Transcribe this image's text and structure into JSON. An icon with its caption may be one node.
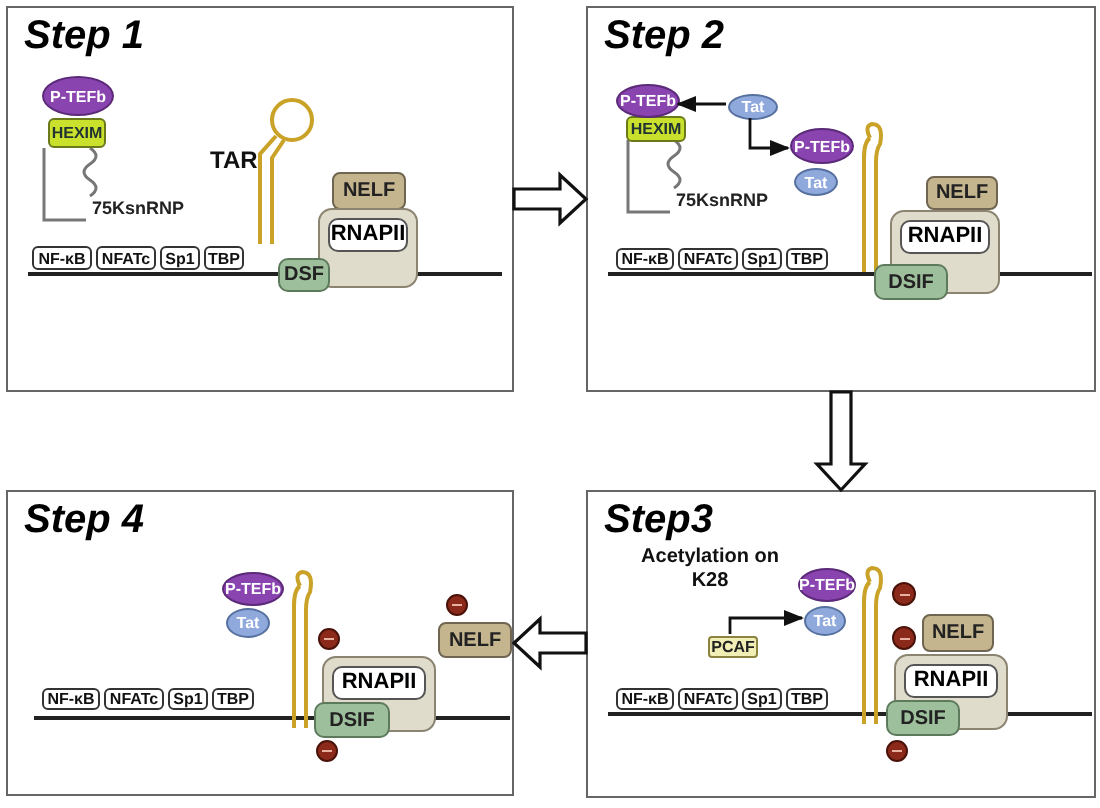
{
  "diagram": {
    "nodes": [
      {
        "text": [
          "Step 1"
        ]
      },
      {
        "text": [
          "P-TEFb"
        ],
        "in": 0
      },
      {
        "text": [
          "HEXIM"
        ],
        "in": 0
      },
      {
        "text": [
          "75KsnRNP"
        ],
        "in": 0
      },
      {
        "text": [
          "NF-κB"
        ],
        "in": 0
      },
      {
        "text": [
          "NFATc"
        ],
        "in": 0
      },
      {
        "text": [
          "Sp1"
        ],
        "in": 0
      },
      {
        "text": [
          "TBP"
        ],
        "in": 0
      },
      {
        "text": [
          "TAR"
        ],
        "in": 0
      },
      {
        "text": [
          "NELF"
        ],
        "in": 0
      },
      {
        "text": [
          "RNAPII"
        ],
        "in": 0
      },
      {
        "text": [
          "DSF"
        ],
        "in": 0
      },
      {
        "text": [
          "Step 2"
        ]
      },
      {
        "text": [
          "P-TEFb"
        ],
        "in": 12
      },
      {
        "text": [
          "Tat"
        ],
        "in": 12
      },
      {
        "text": [
          "HEXIM"
        ],
        "in": 12
      },
      {
        "text": [
          "75KsnRNP"
        ],
        "in": 12
      },
      {
        "text": [
          "P-TEFb"
        ],
        "in": 12
      },
      {
        "text": [
          "Tat"
        ],
        "in": 12
      },
      {
        "text": [],
        "shape": "hairpin",
        "in": 12
      },
      {
        "text": [
          "NELF"
        ],
        "in": 12
      },
      {
        "text": [
          "RNAPII"
        ],
        "in": 12
      },
      {
        "text": [
          "NF-κB"
        ],
        "in": 12
      },
      {
        "text": [
          "NFATc"
        ],
        "in": 12
      },
      {
        "text": [
          "Sp1"
        ],
        "in": 12
      },
      {
        "text": [
          "TBP"
        ],
        "in": 12
      },
      {
        "text": [
          "DSIF"
        ],
        "in": 12
      },
      {
        "text": [
          "Step3"
        ]
      },
      {
        "text": [
          "P-TEFb"
        ],
        "in": 27
      },
      {
        "text": [],
        "shape": "circle",
        "in": 27
      },
      {
        "text": [
          "Tat"
        ],
        "in": 27
      },
      {
        "text": [],
        "shape": "hairpin",
        "in": 27
      },
      {
        "text": [],
        "shape": "circle",
        "in": 27
      },
      {
        "text": [
          "PCAF"
        ],
        "in": 27
      },
      {
        "text": [
          "NELF"
        ],
        "in": 27
      },
      {
        "text": [
          "RNAPII"
        ],
        "in": 27
      },
      {
        "text": [
          "NF-κB"
        ],
        "in": 27
      },
      {
        "text": [
          "NFATc"
        ],
        "in": 27
      },
      {
        "text": [
          "Sp1"
        ],
        "in": 27
      },
      {
        "text": [
          "TBP"
        ],
        "in": 27
      },
      {
        "text": [
          "DSIF"
        ],
        "in": 27
      },
      {
        "text": [],
        "shape": "circle",
        "in": 27
      },
      {
        "text": [
          "Step 4"
        ]
      },
      {
        "text": [
          "P-TEFb"
        ],
        "in": 42
      },
      {
        "text": [],
        "shape": "circle",
        "in": 42
      },
      {
        "text": [
          "Tat"
        ],
        "in": 42
      },
      {
        "text": [],
        "shape": "hairpin",
        "in": 42
      },
      {
        "text": [],
        "shape": "circle",
        "in": 42
      },
      {
        "text": [
          "NELF"
        ],
        "in": 42
      },
      {
        "text": [
          "RNAPII"
        ],
        "in": 42
      },
      {
        "text": [
          "NF-κB"
        ],
        "in": 42
      },
      {
        "text": [
          "NFATc"
        ],
        "in": 42
      },
      {
        "text": [
          "Sp1"
        ],
        "in": 42
      },
      {
        "text": [
          "TBP"
        ],
        "in": 42
      },
      {
        "text": [
          "DSIF"
        ],
        "in": 42
      },
      {
        "text": [],
        "shape": "circle",
        "in": 42
      }
    ],
    "edges": [
      {
        "from": 0,
        "to": 12,
        "arrow": "to",
        "style": "thick"
      },
      {
        "from": 12,
        "to": 27,
        "arrow": "to",
        "style": "thick"
      },
      {
        "from": 27,
        "to": 42,
        "arrow": "to",
        "style": "thick"
      },
      {
        "from": 14,
        "to": 13,
        "arrow": "to"
      },
      {
        "from": 14,
        "to": 17,
        "arrow": "to"
      },
      {
        "from": 33,
        "to": 30,
        "arrow": "to",
        "label": "Acetylation on K28"
      }
    ]
  }
}
